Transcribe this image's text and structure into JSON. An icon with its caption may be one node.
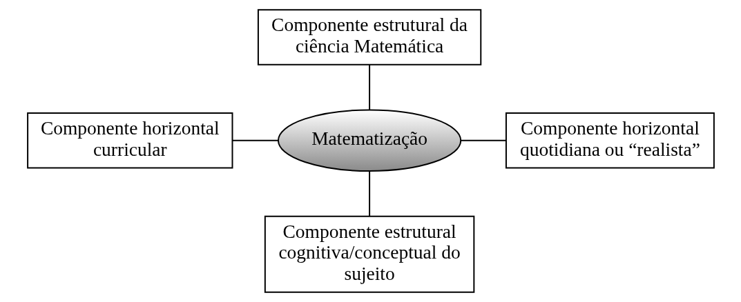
{
  "diagram": {
    "nodes": [
      {
        "text": [
          "Componente estrutural da ciência Matemática"
        ]
      },
      {
        "text": [
          "Componente horizontal curricular"
        ]
      },
      {
        "text": [
          "Matematização"
        ]
      },
      {
        "text": [
          "Componente horizontal quotidiana ou “realista”"
        ]
      },
      {
        "text": [
          "Componente estrutural cognitiva/conceptual do sujeito"
        ]
      }
    ],
    "edges": [
      {
        "from": 0,
        "to": 2,
        "arrow": "none"
      },
      {
        "from": 1,
        "to": 2,
        "arrow": "none"
      },
      {
        "from": 2,
        "to": 3,
        "arrow": "none"
      },
      {
        "from": 2,
        "to": 4,
        "arrow": "none"
      }
    ]
  }
}
